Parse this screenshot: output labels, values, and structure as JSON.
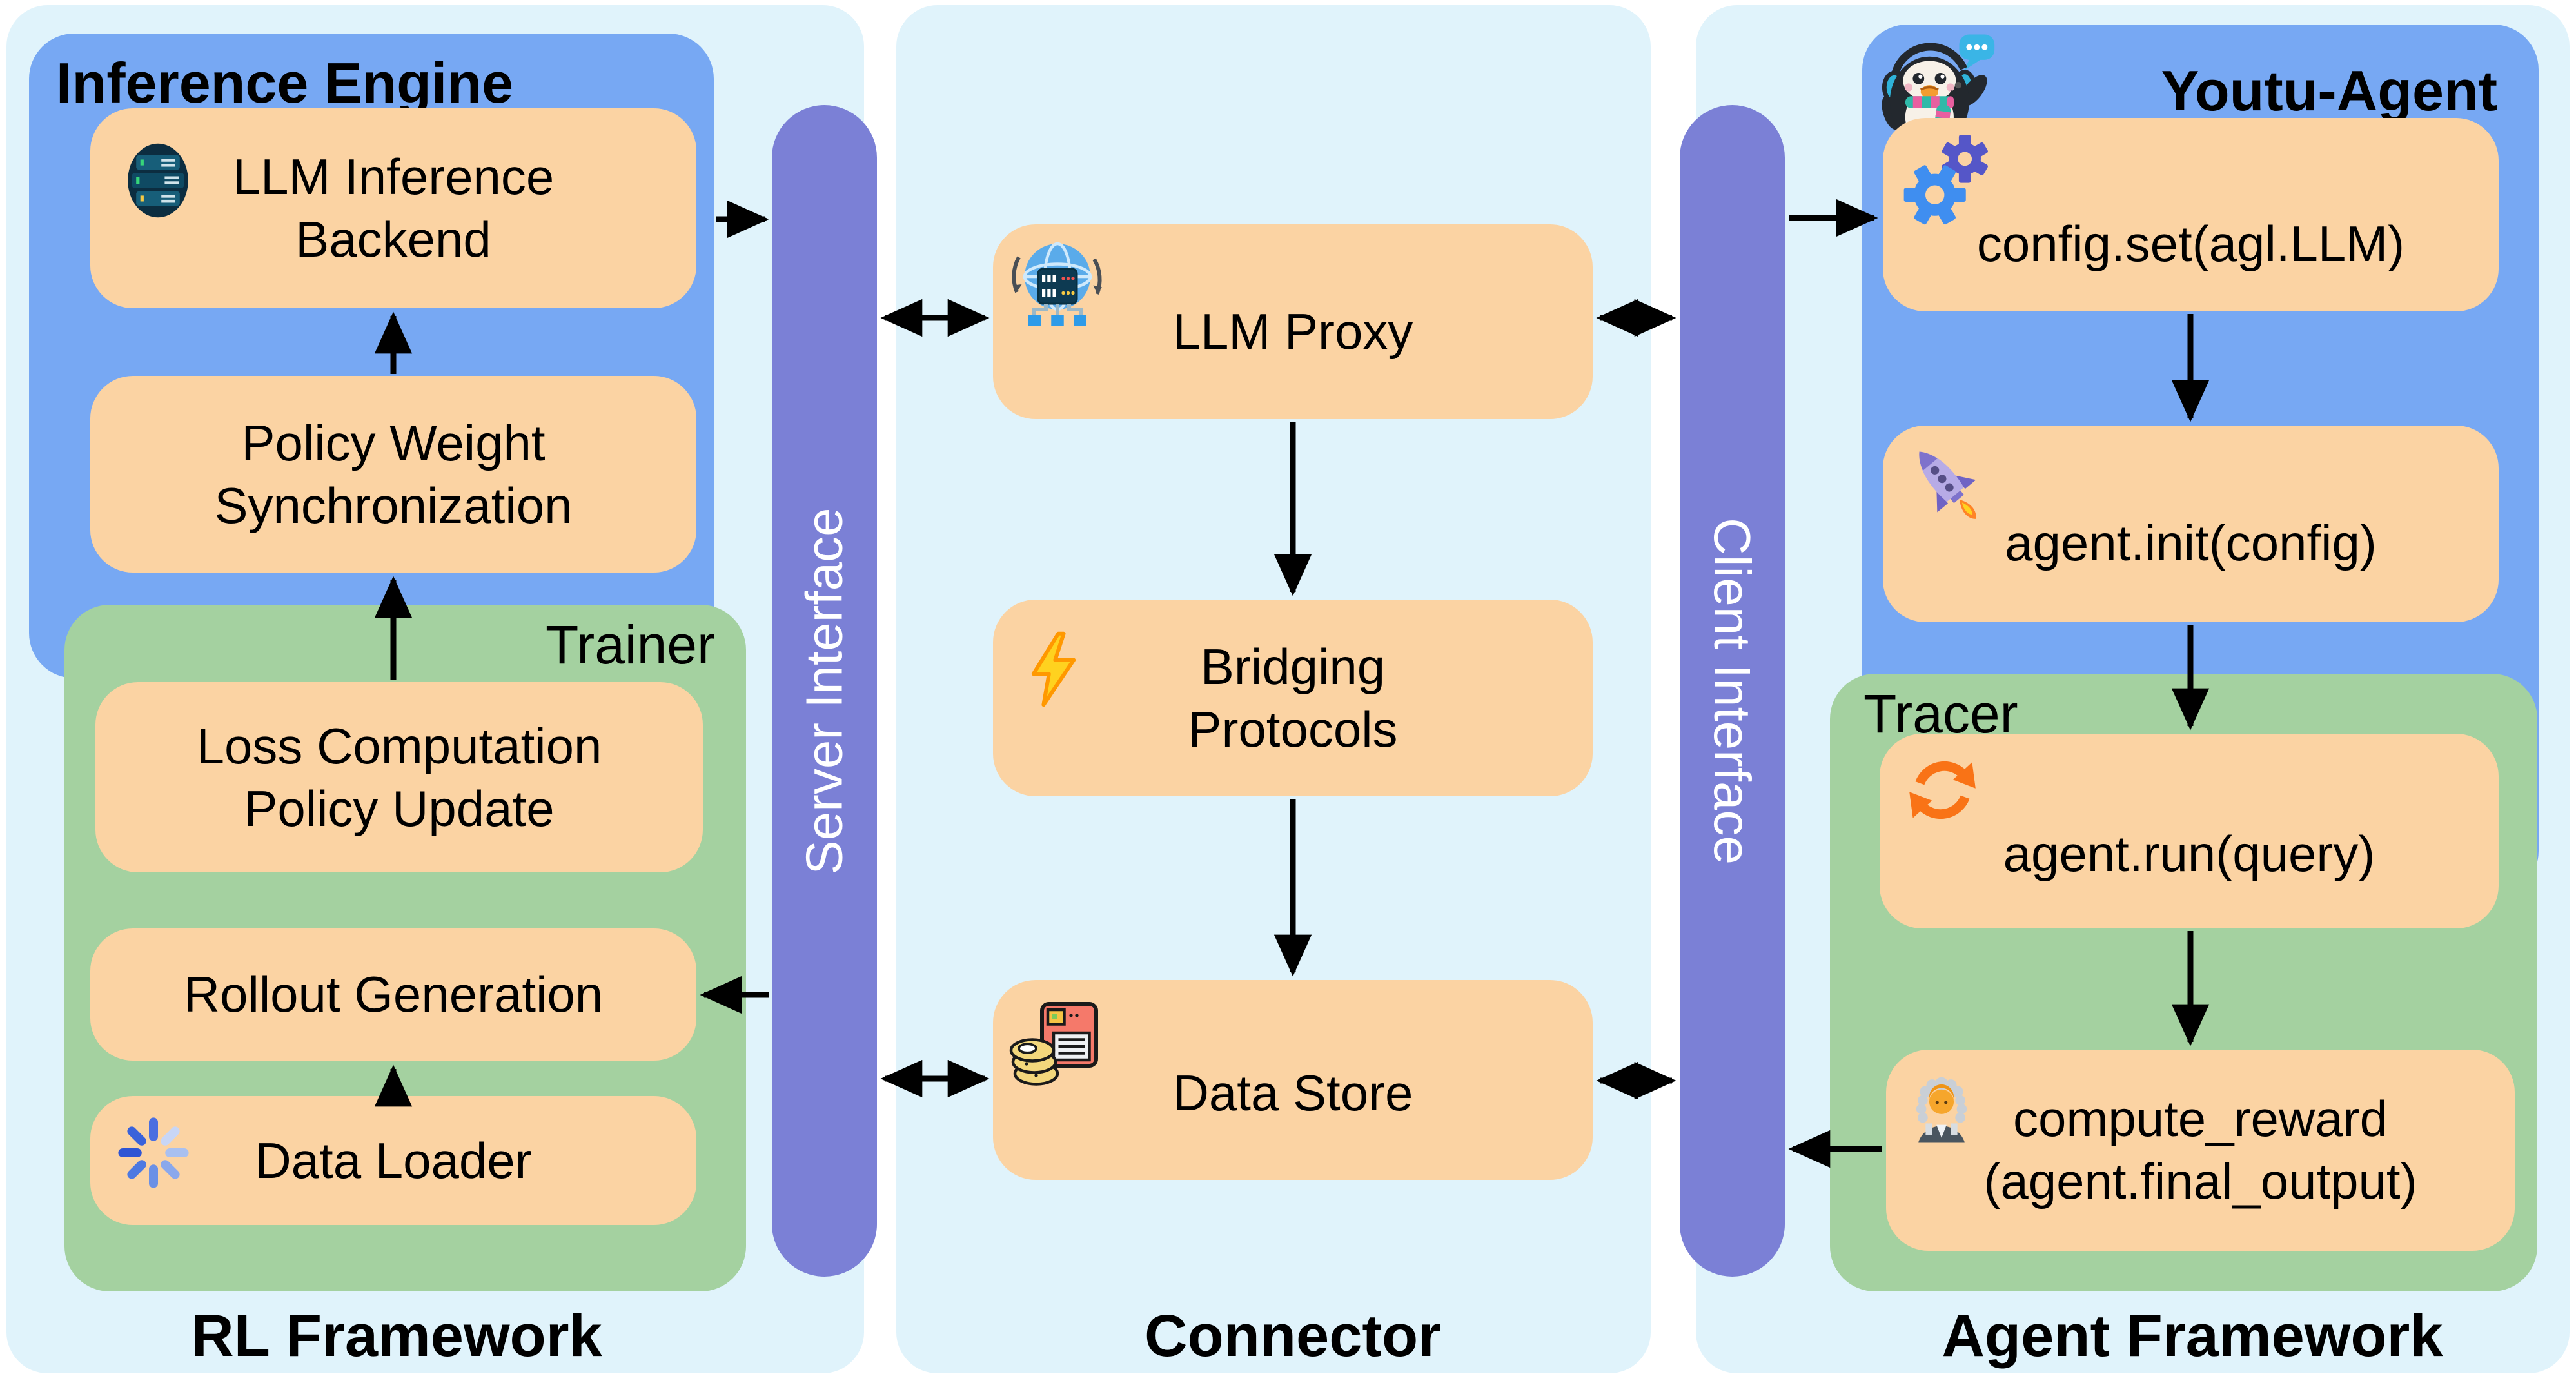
{
  "colors": {
    "panel_bg": "#e0f3fb",
    "container_blue": "#77a8f3",
    "container_green": "#a4d1a0",
    "node_orange": "#fbd3a3",
    "interface_purple": "#7b80d6",
    "arrow": "#000000",
    "interface_text": "#ffffff"
  },
  "rl_framework": {
    "panel_label": "RL Framework",
    "inference_engine": {
      "title": "Inference Engine",
      "llm_backend": {
        "line1": "LLM Inference",
        "line2": "Backend",
        "icon": "server-rack-icon"
      },
      "policy_sync": {
        "line1": "Policy Weight",
        "line2": "Synchronization"
      }
    },
    "trainer": {
      "title": "Trainer",
      "loss_update": {
        "line1": "Loss Computation",
        "line2": "Policy Update"
      },
      "rollout": {
        "label": "Rollout Generation"
      },
      "data_loader": {
        "label": "Data Loader",
        "icon": "loading-spinner-icon"
      }
    }
  },
  "server_interface": {
    "label": "Server Interface"
  },
  "connector": {
    "panel_label": "Connector",
    "llm_proxy": {
      "label": "LLM Proxy",
      "icon": "proxy-server-icon"
    },
    "bridging_protocols": {
      "line1": "Bridging",
      "line2": "Protocols",
      "icon": "lightning-icon"
    },
    "data_store": {
      "label": "Data Store",
      "icon": "floppy-database-icon"
    }
  },
  "client_interface": {
    "label": "Client Interface"
  },
  "agent_framework": {
    "panel_label": "Agent Framework",
    "youtu_agent": {
      "title": "Youtu-Agent",
      "icon": "penguin-mascot-icon",
      "config_set": {
        "label": "config.set(agl.LLM)",
        "icon": "gears-icon"
      },
      "agent_init": {
        "label": "agent.init(config)",
        "icon": "rocket-icon"
      }
    },
    "tracer": {
      "title": "Tracer",
      "agent_run": {
        "label": "agent.run(query)",
        "icon": "refresh-icon"
      },
      "compute_reward": {
        "line1": "compute_reward",
        "line2": "(agent.final_output)",
        "icon": "judge-icon"
      }
    }
  }
}
